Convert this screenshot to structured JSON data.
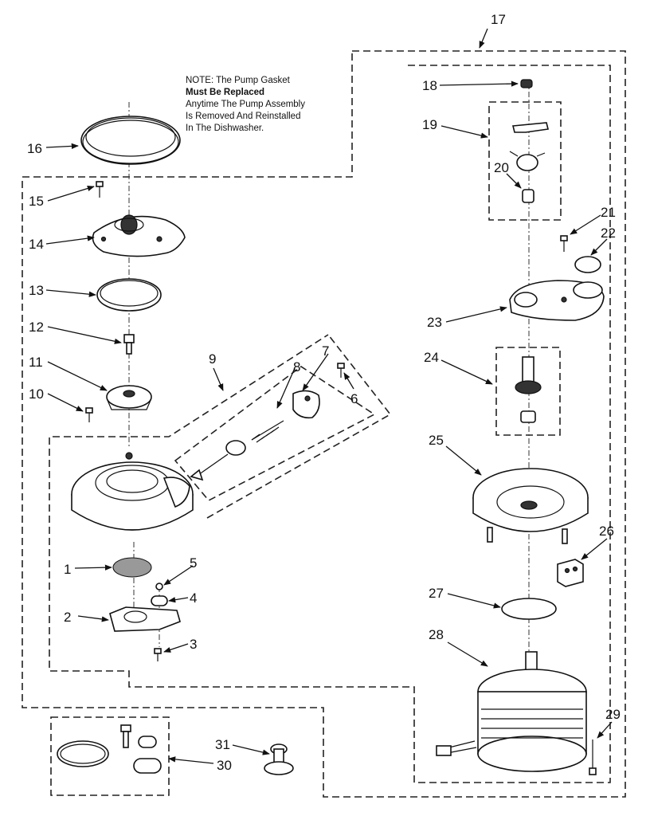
{
  "note": {
    "lines": [
      "NOTE: The Pump Gasket",
      "Must Be Replaced",
      "Anytime The Pump Assembly",
      "Is Removed And Reinstalled",
      "In The Dishwasher."
    ]
  },
  "callouts": [
    "1",
    "2",
    "3",
    "4",
    "5",
    "6",
    "7",
    "8",
    "9",
    "10",
    "11",
    "12",
    "13",
    "14",
    "15",
    "16",
    "17",
    "18",
    "19",
    "20",
    "21",
    "22",
    "23",
    "24",
    "25",
    "26",
    "27",
    "28",
    "29",
    "30",
    "31"
  ]
}
